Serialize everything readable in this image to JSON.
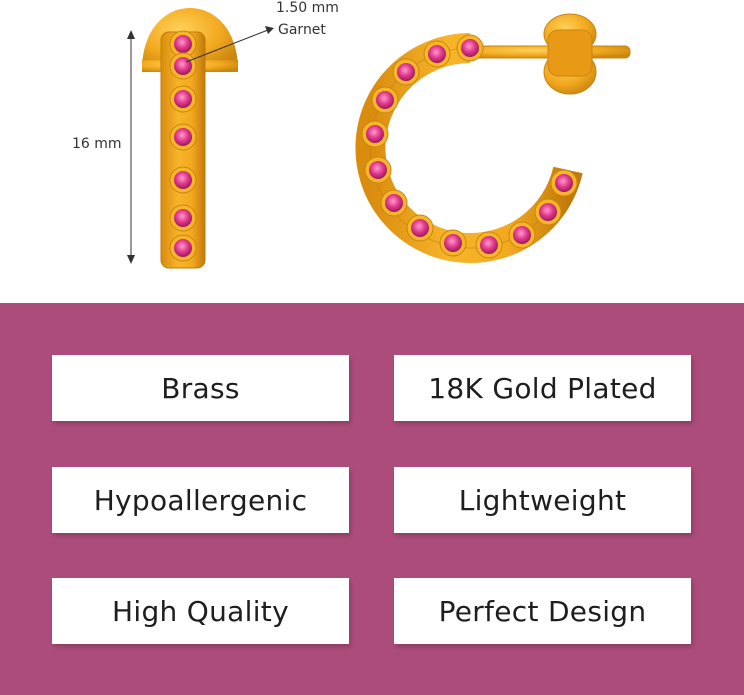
{
  "dimensions": {
    "stone_size": "1.50 mm",
    "stone_type": "Garnet",
    "height": "16 mm"
  },
  "features": [
    "Brass",
    "18K Gold Plated",
    "Hypoallergenic",
    "Lightweight",
    "High Quality",
    "Perfect Design"
  ],
  "colors": {
    "panel_background": "#ac4c7a",
    "gold": "#f2a91f",
    "gold_dark": "#c98610",
    "stone": "#e0388c"
  }
}
